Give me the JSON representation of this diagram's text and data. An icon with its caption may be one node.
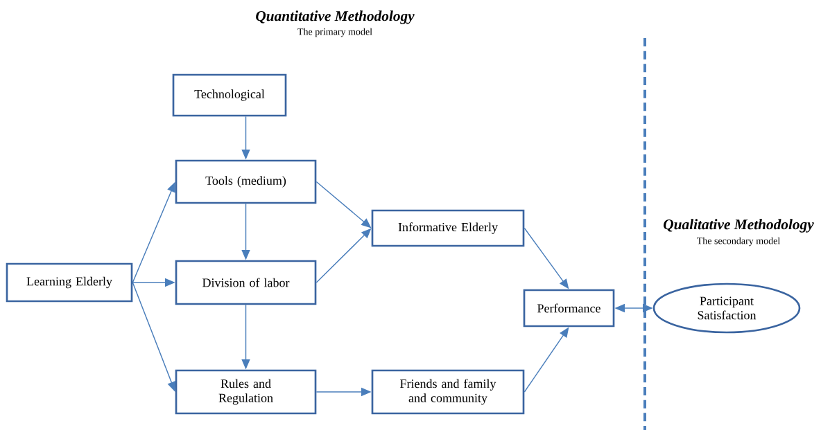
{
  "diagram": {
    "nodes": [
      {
        "text": [
          "Technological"
        ]
      },
      {
        "text": [
          "Tools (medium)"
        ]
      },
      {
        "text": [
          "Learning Elderly"
        ]
      },
      {
        "text": [
          "Division of labor"
        ]
      },
      {
        "text": [
          "Informative Elderly"
        ]
      },
      {
        "text": [
          "Performance"
        ]
      },
      {
        "text": [
          "Participant Satisfaction"
        ]
      },
      {
        "text": [
          "Rules and Regulation"
        ]
      },
      {
        "text": [
          "Friends and family and community"
        ]
      }
    ],
    "edges": [
      {
        "from": 0,
        "to": 1,
        "arrow": "to"
      },
      {
        "from": 2,
        "to": 1,
        "arrow": "to"
      },
      {
        "from": 2,
        "to": 3,
        "arrow": "to"
      },
      {
        "from": 2,
        "to": 7,
        "arrow": "to"
      },
      {
        "from": 1,
        "to": 3,
        "arrow": "to"
      },
      {
        "from": 3,
        "to": 7,
        "arrow": "to"
      },
      {
        "from": 1,
        "to": 4,
        "arrow": "to"
      },
      {
        "from": 3,
        "to": 4,
        "arrow": "to"
      },
      {
        "from": 7,
        "to": 8,
        "arrow": "to"
      },
      {
        "from": 4,
        "to": 5,
        "arrow": "to"
      },
      {
        "from": 8,
        "to": 5,
        "arrow": "to"
      },
      {
        "from": 5,
        "to": 6,
        "arrow": "both"
      }
    ],
    "labels": [
      "Quantitative Methodology",
      "The primary model",
      "Qualitative Methodology",
      "The secondary model"
    ]
  }
}
